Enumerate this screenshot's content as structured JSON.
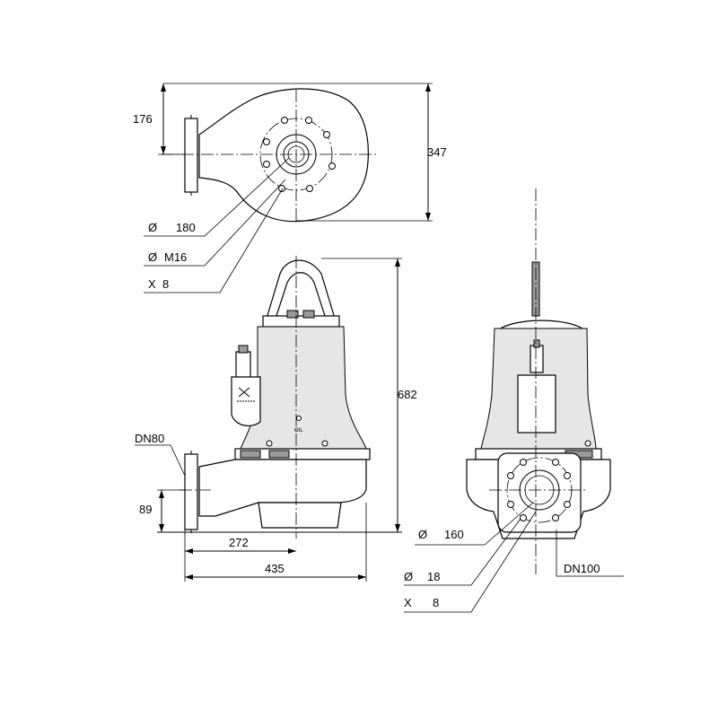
{
  "top_view": {
    "dim_height": "176",
    "dim_width": "347",
    "label_diameter_180": "180",
    "label_thread": "M16",
    "label_count": "8",
    "symbol_diameter": "Ø",
    "symbol_times": "X"
  },
  "side_view": {
    "dim_total_height": "682",
    "dim_outlet_height": "89",
    "dim_center_offset": "272",
    "dim_total_width": "435",
    "label_outlet": "DN80",
    "oil_label": "OIL"
  },
  "front_view": {
    "label_diameter_160": "160",
    "label_hole_diameter": "18",
    "label_count": "8",
    "label_outlet": "DN100",
    "symbol_diameter": "Ø",
    "symbol_times": "X"
  }
}
